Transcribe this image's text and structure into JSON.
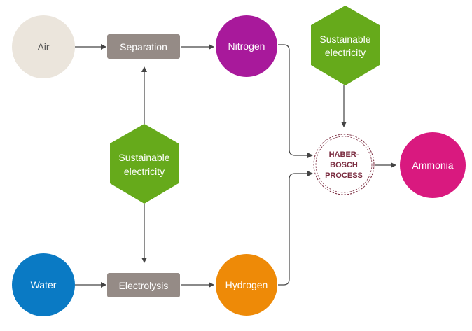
{
  "nodes": {
    "air": {
      "label": "Air",
      "color": "#ebe5dc",
      "text_color": "#555555"
    },
    "separation": {
      "label": "Separation",
      "color": "#958b86",
      "text_color": "#ffffff"
    },
    "nitrogen": {
      "label": "Nitrogen",
      "color": "#a8199b",
      "text_color": "#ffffff"
    },
    "electricity_left": {
      "line1": "Sustainable",
      "line2": "electricity",
      "color": "#66aa1b",
      "text_color": "#ffffff"
    },
    "electricity_top": {
      "line1": "Sustainable",
      "line2": "electricity",
      "color": "#66aa1b",
      "text_color": "#ffffff"
    },
    "haber_bosch": {
      "line1": "HABER-",
      "line2": "BOSCH",
      "line3": "PROCESS",
      "color": "#7a2b3f"
    },
    "ammonia": {
      "label": "Ammonia",
      "color": "#d9197f",
      "text_color": "#ffffff"
    },
    "water": {
      "label": "Water",
      "color": "#0a7ac4",
      "text_color": "#ffffff"
    },
    "electrolysis": {
      "label": "Electrolysis",
      "color": "#958b86",
      "text_color": "#ffffff"
    },
    "hydrogen": {
      "label": "Hydrogen",
      "color": "#ee8a07",
      "text_color": "#ffffff"
    }
  },
  "connector_color": "#444444"
}
